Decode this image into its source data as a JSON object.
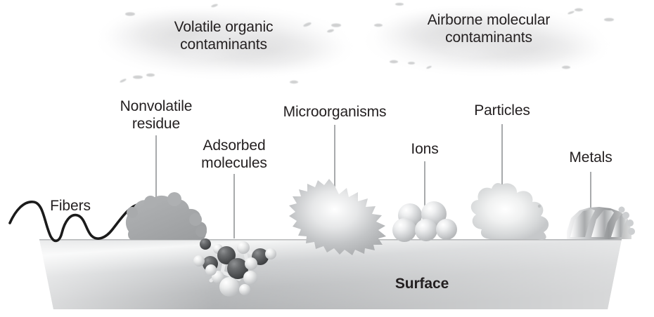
{
  "figure": {
    "type": "diagram",
    "title": "Types of surface contamination on a substrate",
    "background_color": "#ffffff",
    "text_color": "#231f20"
  },
  "clouds": [
    {
      "name": "volatile-organic-contaminants-cloud",
      "label": "Volatile organic\ncontaminants",
      "color": "#e9e9ea"
    },
    {
      "name": "airborne-molecular-contaminants-cloud",
      "label": "Airborne molecular\ncontaminants",
      "color": "#e9e9ea"
    }
  ],
  "labels": {
    "volatile_organic": "Volatile organic\ncontaminants",
    "airborne_molecular": "Airborne molecular\ncontaminants",
    "nonvolatile_residue": "Nonvolatile\nresidue",
    "adsorbed_molecules": "Adsorbed\nmolecules",
    "microorganisms": "Microorganisms",
    "ions": "Ions",
    "particles": "Particles",
    "metals": "Metals",
    "fibers": "Fibers",
    "surface": "Surface"
  },
  "contaminants": [
    {
      "name": "fibers",
      "label": "Fibers",
      "glyph": "wavy-black-strand",
      "color": "#1a1a1a",
      "leader_line": false
    },
    {
      "name": "nonvolatile-residue",
      "label": "Nonvolatile residue",
      "glyph": "gray-amoeba-blob",
      "color": "#a7a9ac",
      "leader_line": true
    },
    {
      "name": "adsorbed-molecules",
      "label": "Adsorbed molecules",
      "glyph": "ball-and-stick-molecule",
      "color": "#808285",
      "leader_line": true
    },
    {
      "name": "microorganisms",
      "label": "Microorganisms",
      "glyph": "spiked-cell",
      "color": "#c7c9cb",
      "leader_line": true
    },
    {
      "name": "ions",
      "label": "Ions",
      "glyph": "sphere-cluster",
      "color": "#d5d7d9",
      "leader_line": true
    },
    {
      "name": "particles",
      "label": "Particles",
      "glyph": "lobed-particle",
      "color": "#dfe1e3",
      "leader_line": true
    },
    {
      "name": "metals",
      "label": "Metals",
      "glyph": "corrugated-metal-ridges",
      "color": "#bfc1c3",
      "leader_line": true
    }
  ],
  "substrate": {
    "name": "surface",
    "label": "Surface",
    "shape": "trapezoid",
    "fill_light": "#f2f2f2",
    "fill_mid": "#b9bbbd",
    "bold": true
  },
  "leader_line_color": "#939598"
}
